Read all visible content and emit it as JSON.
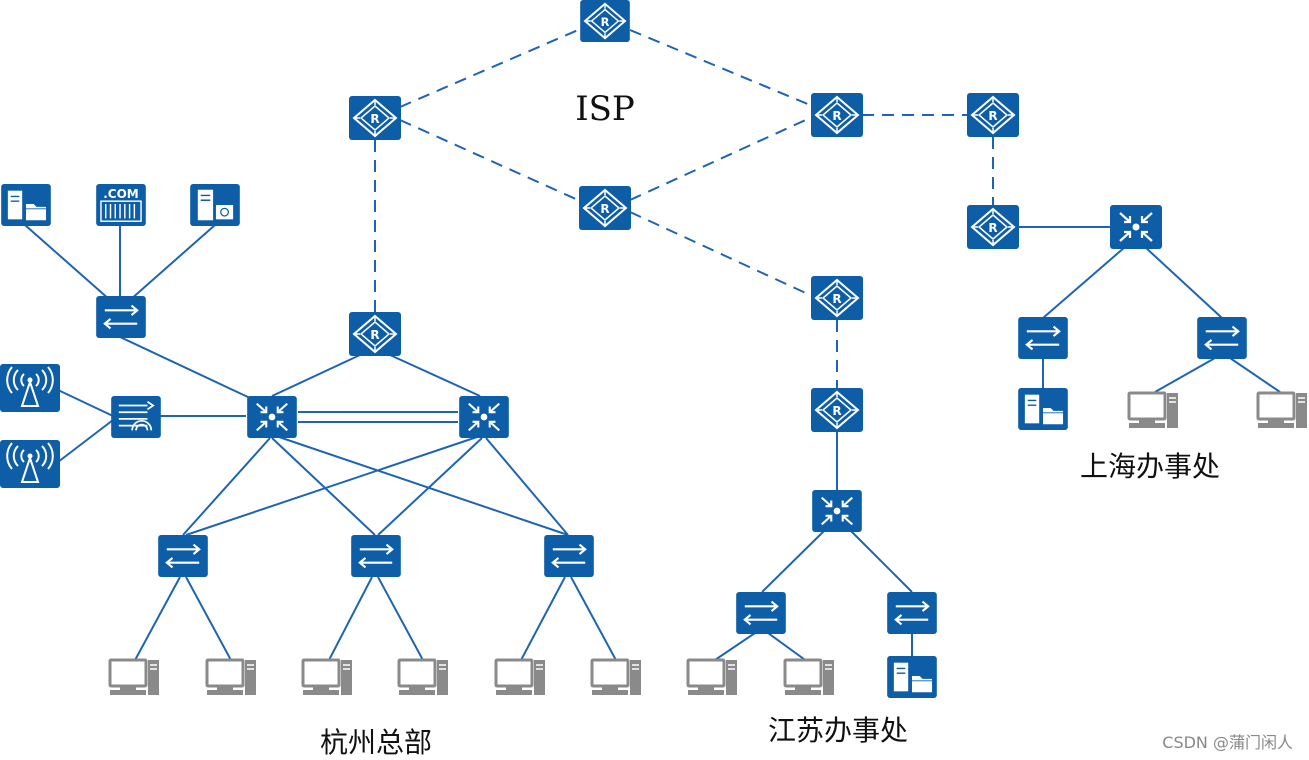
{
  "labels": {
    "isp": "ISP",
    "hangzhou": "杭州总部",
    "jiangsu": "江苏办事处",
    "shanghai": "上海办事处",
    "com_badge": ".COM",
    "watermark": "CSDN @蒲门闲人"
  },
  "colors": {
    "device_blue": "#0d5ea6",
    "link_blue": "#1e64b4",
    "pc_gray": "#8a8a8a",
    "white": "#ffffff"
  },
  "icons": {
    "router": "router-icon",
    "core_switch": "core-switch-icon",
    "access_switch": "access-switch-icon",
    "file_server": "file-server-icon",
    "web_server": "web-server-icon",
    "dns_server": "dns-server-icon",
    "wireless_ap": "wireless-ap-icon",
    "wireless_controller": "wireless-controller-icon",
    "pc": "pc-icon"
  }
}
